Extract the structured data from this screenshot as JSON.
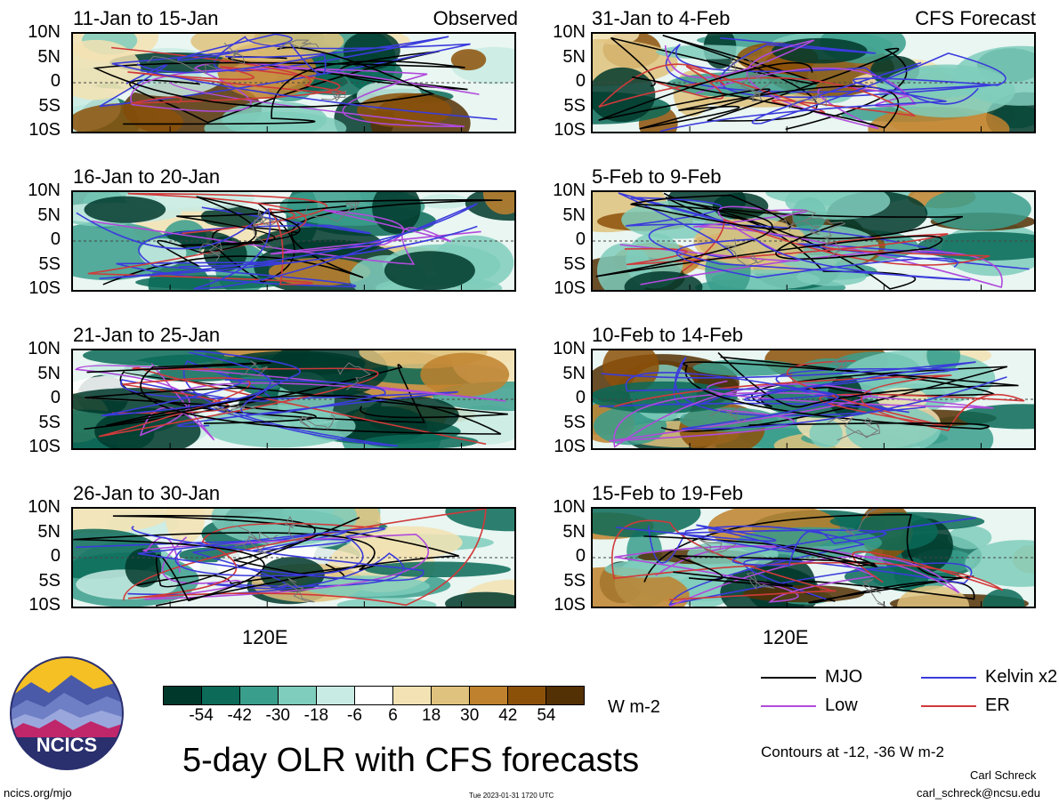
{
  "header": {
    "left_tag": "Observed",
    "right_tag": "CFS Forecast"
  },
  "y_ticks": [
    "10N",
    "5N",
    "0",
    "5S",
    "10S"
  ],
  "x_tick": "120E",
  "panels_left": [
    {
      "title": "11-Jan to 15-Jan"
    },
    {
      "title": "16-Jan to 20-Jan"
    },
    {
      "title": "21-Jan to 25-Jan"
    },
    {
      "title": "26-Jan to 30-Jan"
    }
  ],
  "panels_right": [
    {
      "title": "31-Jan to 4-Feb"
    },
    {
      "title": "5-Feb to 9-Feb"
    },
    {
      "title": "10-Feb to 14-Feb"
    },
    {
      "title": "15-Feb to 19-Feb"
    }
  ],
  "chart_data": {
    "type": "heatmap",
    "title": "5-day OLR with CFS forecasts",
    "units": "W m-2",
    "ylim": [
      -10,
      10
    ],
    "colorbar": {
      "levels": [
        "-54",
        "-42",
        "-30",
        "-18",
        "-6",
        "6",
        "18",
        "30",
        "42",
        "54"
      ],
      "colors": [
        "#00382c",
        "#0b6a58",
        "#3a9e8c",
        "#7fcdbc",
        "#c8ebe3",
        "#ffffff",
        "#f3e2b3",
        "#dfc27d",
        "#bf812d",
        "#8c5109",
        "#543005"
      ]
    },
    "contours_note": "Contours at -12, -36 W m-2",
    "legend": [
      {
        "label": "MJO",
        "color": "#000000"
      },
      {
        "label": "Kelvin x2",
        "color": "#3b3bdc"
      },
      {
        "label": "Low",
        "color": "#b04adc"
      },
      {
        "label": "ER",
        "color": "#d03a3a"
      }
    ]
  },
  "footer": {
    "logo_text": "NCICS",
    "site": "ncics.org/mjo",
    "timestamp": "Tue 2023-01-31 1720 UTC",
    "author": "Carl Schreck",
    "email": "carl_schreck@ncsu.edu"
  }
}
